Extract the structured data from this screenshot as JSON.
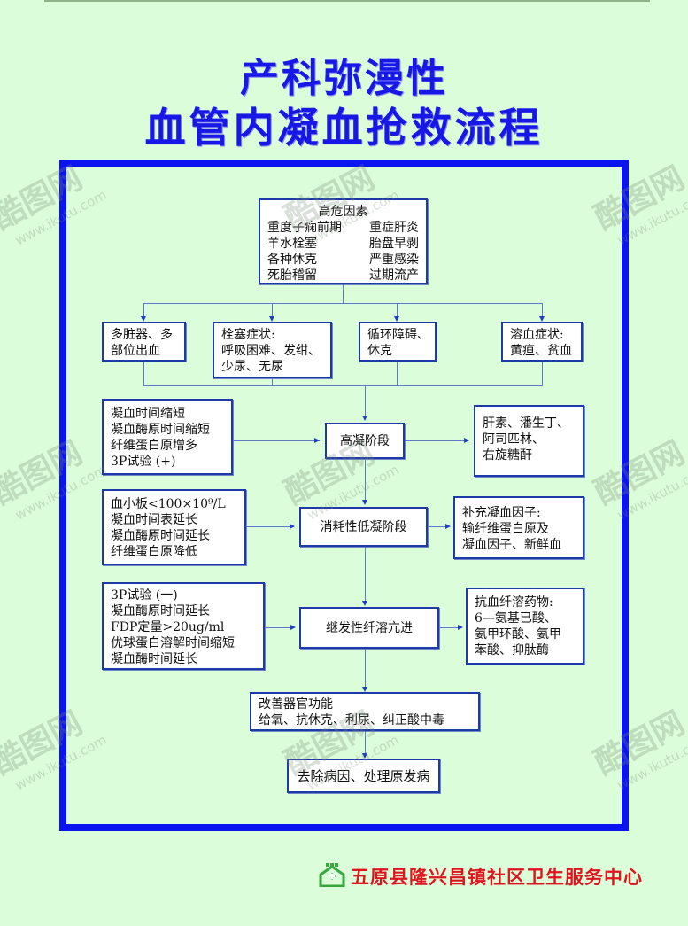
{
  "title": {
    "line1": "产科弥漫性",
    "line2": "血管内凝血抢救流程"
  },
  "colors": {
    "background": "#dbfdd9",
    "title": "#1818e6",
    "frame": "#0a14f0",
    "box_border": "#1e3aa8",
    "connector": "#5b7bd0",
    "footer_text": "#e0141e",
    "logo": "#3aa640"
  },
  "flow": {
    "risk_factors": {
      "title": "高危因素",
      "items": [
        [
          "重度子痫前期",
          "重症肝炎"
        ],
        [
          "羊水栓塞",
          "胎盘早剥"
        ],
        [
          "各种休克",
          "严重感染"
        ],
        [
          "死胎稽留",
          "过期流产"
        ]
      ]
    },
    "symptoms": [
      "多脏器、多\n部位出血",
      "栓塞症状:\n呼吸困难、发绀、\n少尿、无尿",
      "循环障碍、\n休克",
      "溶血症状:\n黄疸、贫血"
    ],
    "stages": [
      {
        "name": "高凝阶段",
        "findings": "凝血时间缩短\n凝血酶原时间缩短\n纤维蛋白原增多\n3P试验 (+)",
        "treatment": "肝素、潘生丁、\n阿司匹林、\n右旋糖酐"
      },
      {
        "name": "消耗性低凝阶段",
        "findings": "血小板<100×10⁹/L\n凝血时间表延长\n凝血酶原时间延长\n纤维蛋白原降低",
        "treatment": "补充凝血因子:\n输纤维蛋白原及\n凝血因子、新鲜血"
      },
      {
        "name": "继发性纤溶亢进",
        "findings": "3P试验 (一)\n凝血酶原时间延长\nFDP定量>20ug/ml\n优球蛋白溶解时间缩短\n凝血酶时间延长",
        "treatment": "抗血纤溶药物:\n6—氨基已酸、\n氨甲环酸、氨甲\n苯酸、抑肽酶"
      }
    ],
    "organ_support": "改善器官功能\n给氧、抗休克、利尿、纠正酸中毒",
    "final_step": "去除病因、处理原发病"
  },
  "footer": {
    "logo_icon": "house-family-icon",
    "org_name": "五原县隆兴昌镇社区卫生服务中心"
  },
  "watermark": {
    "brand": "酷图网",
    "url": "www.ikutu.com"
  }
}
